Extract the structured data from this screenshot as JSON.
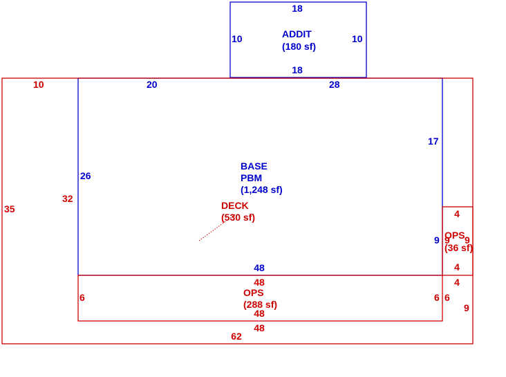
{
  "colors": {
    "base": "#0000cc",
    "deck": "#cc0000",
    "background": "#ffffff"
  },
  "addition": {
    "name": "ADDIT",
    "area": "(180 sf)",
    "dim_top": "18",
    "dim_bottom": "18",
    "dim_left": "10",
    "dim_right": "10"
  },
  "base": {
    "name_line1": "BASE",
    "name_line2": "PBM",
    "area": "(1,248 sf)",
    "dim_top_left": "20",
    "dim_top_right": "28",
    "dim_left": "26",
    "dim_right_upper": "17",
    "dim_right_lower": "9",
    "dim_bottom": "48"
  },
  "deck": {
    "name": "DECK",
    "area": "(530 sf)",
    "dim_top": "10",
    "dim_outer_left": "35",
    "dim_inner_left": "32",
    "dim_bottom": "62"
  },
  "ops_bottom": {
    "name": "OPS",
    "area": "(288 sf)",
    "dim_top": "48",
    "dim_bottom": "48",
    "dim_left": "6",
    "dim_right": "6"
  },
  "ops_right": {
    "name": "OPS",
    "area": "(36 sf)",
    "dim_top": "4",
    "dim_bottom": "4",
    "dim_left": "9",
    "dim_right": "9"
  },
  "ops_corner": {
    "dim_top": "4",
    "dim_left": "6",
    "dim_right": "9"
  },
  "deck_lower_dim": "48"
}
